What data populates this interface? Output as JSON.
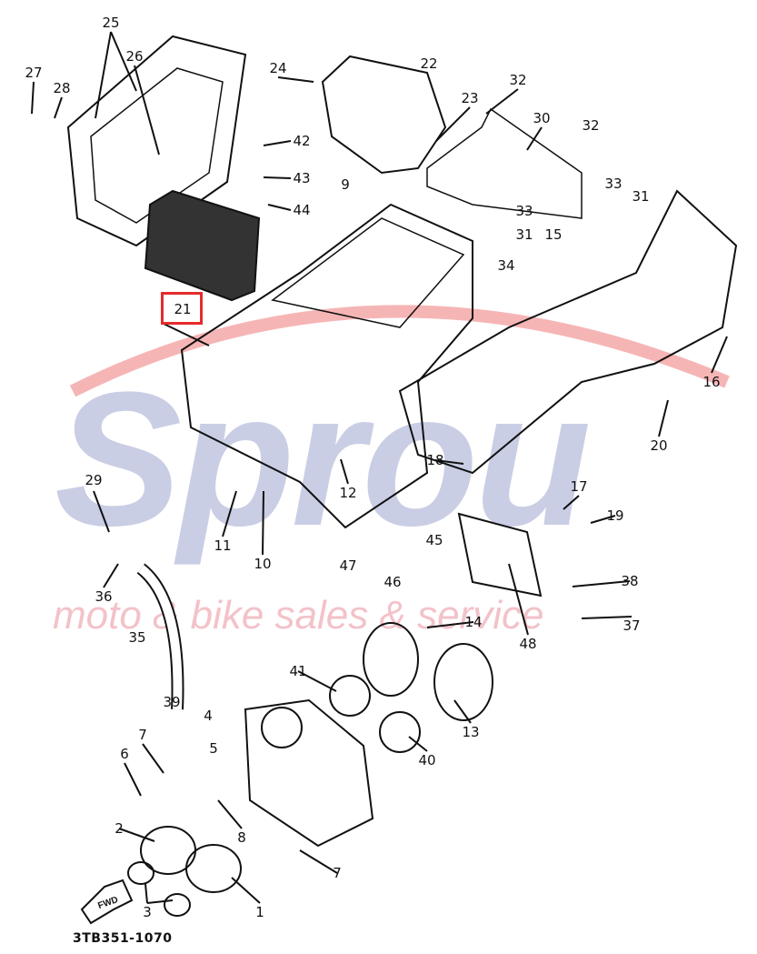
{
  "diagram": {
    "part_labels": [
      "25",
      "26",
      "27",
      "28",
      "24",
      "22",
      "32",
      "23",
      "30",
      "32",
      "42",
      "43",
      "44",
      "9",
      "33",
      "31",
      "33",
      "31",
      "15",
      "34",
      "16",
      "20",
      "18",
      "12",
      "17",
      "19",
      "29",
      "11",
      "10",
      "47",
      "45",
      "46",
      "38",
      "36",
      "14",
      "37",
      "35",
      "48",
      "41",
      "13",
      "39",
      "4",
      "7",
      "5",
      "40",
      "6",
      "2",
      "8",
      "7",
      "3",
      "1"
    ],
    "highlighted_label": "21",
    "fwd_label": "FWD",
    "diagram_code": "3TB351-1070"
  },
  "watermark": {
    "brand": "Sprou",
    "tagline": "moto & bike sales & service",
    "colors": {
      "brand": "#3c50a0",
      "tagline": "#dc5064",
      "swoosh": "#e52b2b"
    }
  },
  "colors": {
    "highlight": "#e52b2b",
    "ink": "#111111"
  }
}
